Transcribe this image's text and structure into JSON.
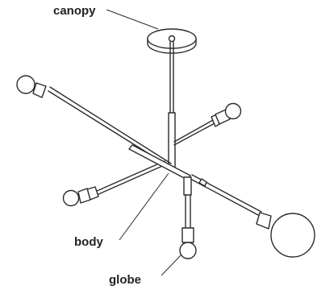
{
  "labels": {
    "canopy": "canopy",
    "body": "body",
    "globe": "globe"
  },
  "colors": {
    "line": "#2b2b2b",
    "background": "#ffffff",
    "text": "#222222"
  }
}
